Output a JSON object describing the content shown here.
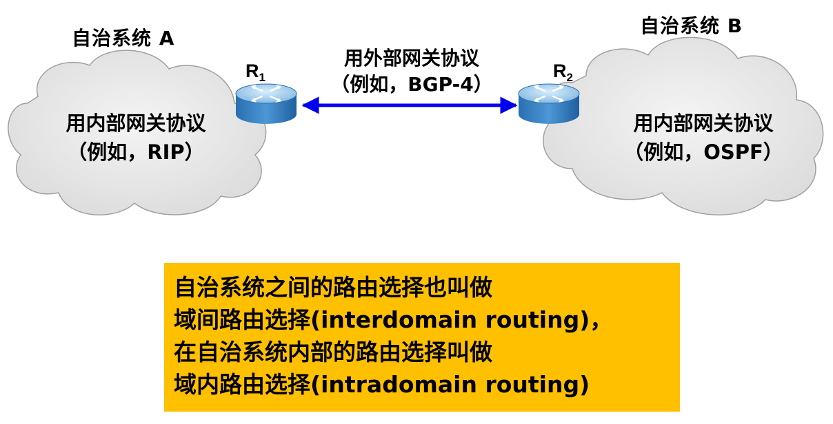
{
  "system_a": {
    "title": "自治系统 A",
    "protocol_line1": "用内部网关协议",
    "protocol_line2": "（例如，RIP）"
  },
  "system_b": {
    "title": "自治系统 B",
    "protocol_line1": "用内部网关协议",
    "protocol_line2": "（例如，OSPF）"
  },
  "router_1": {
    "letter": "R",
    "index": "1"
  },
  "router_2": {
    "letter": "R",
    "index": "2"
  },
  "link": {
    "line1": "用外部网关协议",
    "line2": "（例如，BGP-4）"
  },
  "note": {
    "lines": [
      "自治系统之间的路由选择也叫做",
      "域间路由选择(interdomain routing)，",
      "在自治系统内部的路由选择叫做",
      "域内路由选择(intradomain routing)"
    ]
  },
  "colors": {
    "cloud_fill": "#e6e6e6",
    "cloud_stroke": "#999999",
    "router_body": "#3b82c4",
    "router_top": "#a9d3f0",
    "link_line": "#0000ee",
    "note_background": "#ffc000"
  },
  "icons": {
    "router": "router-icon",
    "cloud": "cloud-shape",
    "link_arrow": "double-headed-arrow"
  }
}
